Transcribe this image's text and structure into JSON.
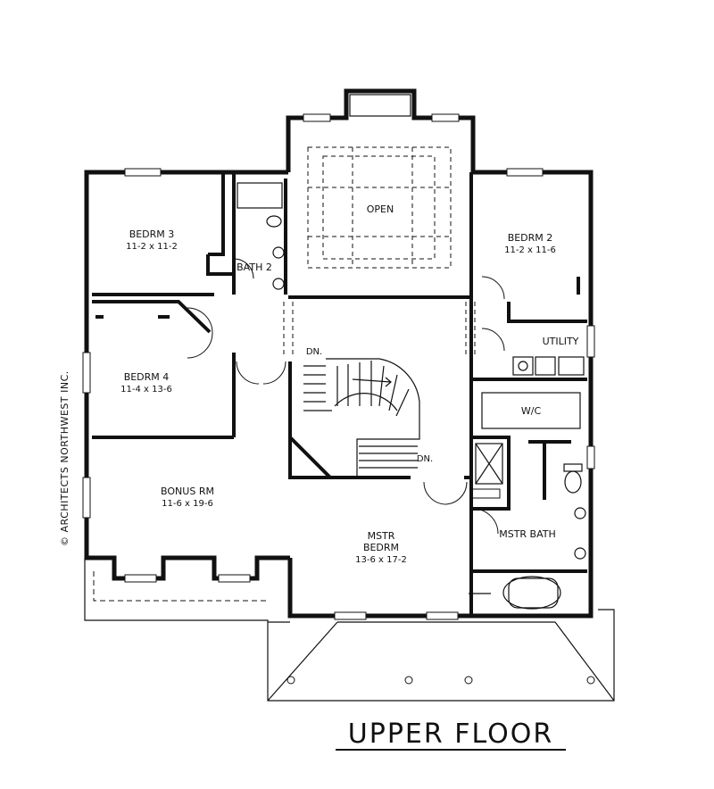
{
  "title": "UPPER FLOOR",
  "copyright": "© ARCHITECTS NORTHWEST INC.",
  "rooms": {
    "bedrm3": {
      "name": "BEDRM 3",
      "size": "11-2 x 11-2"
    },
    "bath2": {
      "name": "BATH 2"
    },
    "open": {
      "name": "OPEN"
    },
    "bedrm2": {
      "name": "BEDRM 2",
      "size": "11-2 x 11-6"
    },
    "utility": {
      "name": "UTILITY"
    },
    "bedrm4": {
      "name": "BEDRM 4",
      "size": "11-4 x 13-6"
    },
    "wic": {
      "name": "W/C"
    },
    "bonus": {
      "name": "BONUS RM",
      "size": "11-6 x 19-6"
    },
    "mstr_bedrm": {
      "name1": "MSTR",
      "name2": "BEDRM",
      "size": "13-6 x 17-2"
    },
    "mstr_bath": {
      "name": "MSTR BATH"
    }
  },
  "stairs": {
    "down1": "DN.",
    "down2": "DN."
  },
  "colors": {
    "line": "#111111",
    "background": "#ffffff"
  }
}
